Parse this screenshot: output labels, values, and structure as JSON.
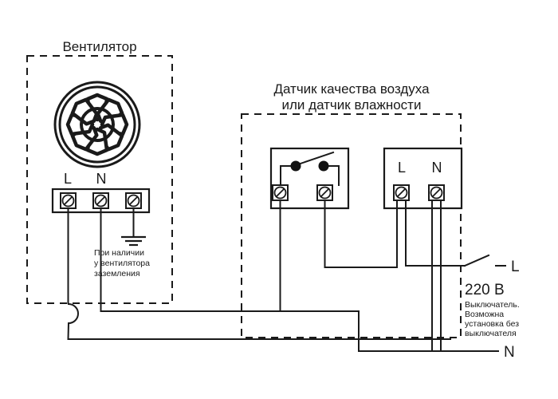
{
  "diagram": {
    "type": "electrical-wiring-diagram",
    "language": "ru",
    "background_color": "#ffffff",
    "line_color": "#1a1a1a"
  },
  "fan_section": {
    "title": "Вентилятор",
    "terminal_labels": {
      "line": "L",
      "neutral": "N"
    },
    "ground_note": {
      "line1": "При наличии",
      "line2": "у вентилятора",
      "line3": "заземления"
    },
    "terminal_count": 3,
    "blade_count": 8
  },
  "sensor_section": {
    "title_line1": "Датчик качества воздуха",
    "title_line2": "или датчик влажности",
    "sensor_box": {
      "name": "sensor-switch-contact",
      "terminal_count": 2
    },
    "terminal_box": {
      "labels": {
        "line": "L",
        "neutral": "N"
      },
      "terminal_count": 2
    }
  },
  "supply_section": {
    "line_label": "L",
    "neutral_label": "N",
    "voltage": "220 В",
    "switch_note": {
      "line1": "Выключатель.",
      "line2": "Возможна",
      "line3": "установка без",
      "line4": "выключателя"
    }
  }
}
